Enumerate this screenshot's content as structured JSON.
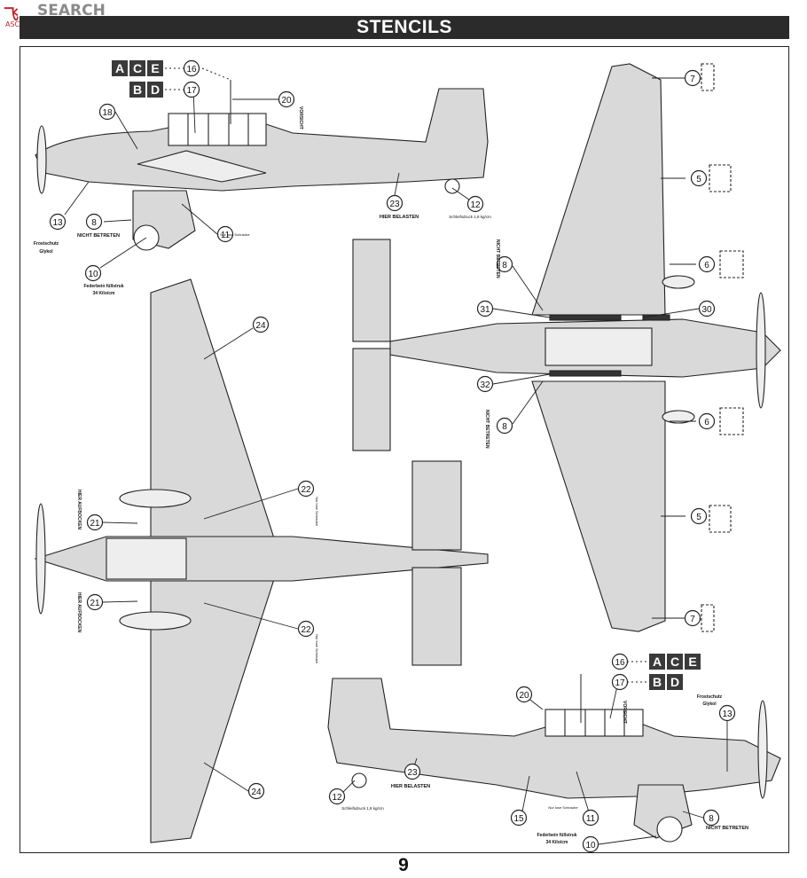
{
  "watermark": {
    "logo_red": "飞",
    "logo_grey": "SEARCH",
    "url": "ASCSEARCH"
  },
  "header": {
    "title": "STENCILS"
  },
  "page": {
    "number": "9"
  },
  "colors": {
    "banner": "#2b2b2b",
    "line": "#222222",
    "panel": "#d9d9d9",
    "badge": "#3a3a3a"
  },
  "badges": {
    "ace": [
      "A",
      "C",
      "E"
    ],
    "bd": [
      "B",
      "D"
    ]
  },
  "callouts": {
    "c5": "5",
    "c6": "6",
    "c7": "7",
    "c8": "8",
    "c10": "10",
    "c11": "11",
    "c12": "12",
    "c13": "13",
    "c15": "15",
    "c16": "16",
    "c17": "17",
    "c18": "18",
    "c20": "20",
    "c21": "21",
    "c22": "22",
    "c23": "23",
    "c24": "24",
    "c30": "30",
    "c31": "31",
    "c32": "32"
  },
  "stencils": {
    "hier_belasten": "HIER BELASTEN",
    "nicht_betreten": "NICHT BETRETEN",
    "hier_aufbocken": "HIER AUFBOCKEN",
    "federbein": "Federbein füllstruk",
    "federbein_val": "34 Kilo/cm",
    "frostschutz": "Frostschutz",
    "glykol": "Glykol",
    "vorsicht": "VORSICHT",
    "schleifsdruck": "Schleifsdruck 1,8 kg/cm",
    "nur_lose_schraube": "Nur lose Schraube",
    "nicht_betreten_v": "NICHT BETRETEN"
  }
}
